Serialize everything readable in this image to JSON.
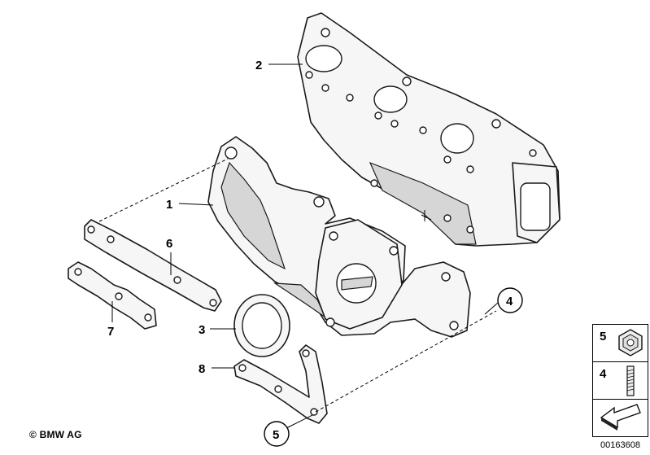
{
  "callouts": {
    "part_1": "1",
    "part_2": "2",
    "part_3": "3",
    "part_4": "4",
    "part_5": "5",
    "part_6": "6",
    "part_7": "7",
    "part_8": "8"
  },
  "legend": {
    "items": [
      {
        "number": "5",
        "icon": "hex-nut-icon"
      },
      {
        "number": "4",
        "icon": "stud-bolt-icon"
      },
      {
        "number": "",
        "icon": "arrow-indicator-icon"
      }
    ]
  },
  "footer": {
    "copyright": "© BMW AG",
    "drawing_id": "00163608"
  }
}
